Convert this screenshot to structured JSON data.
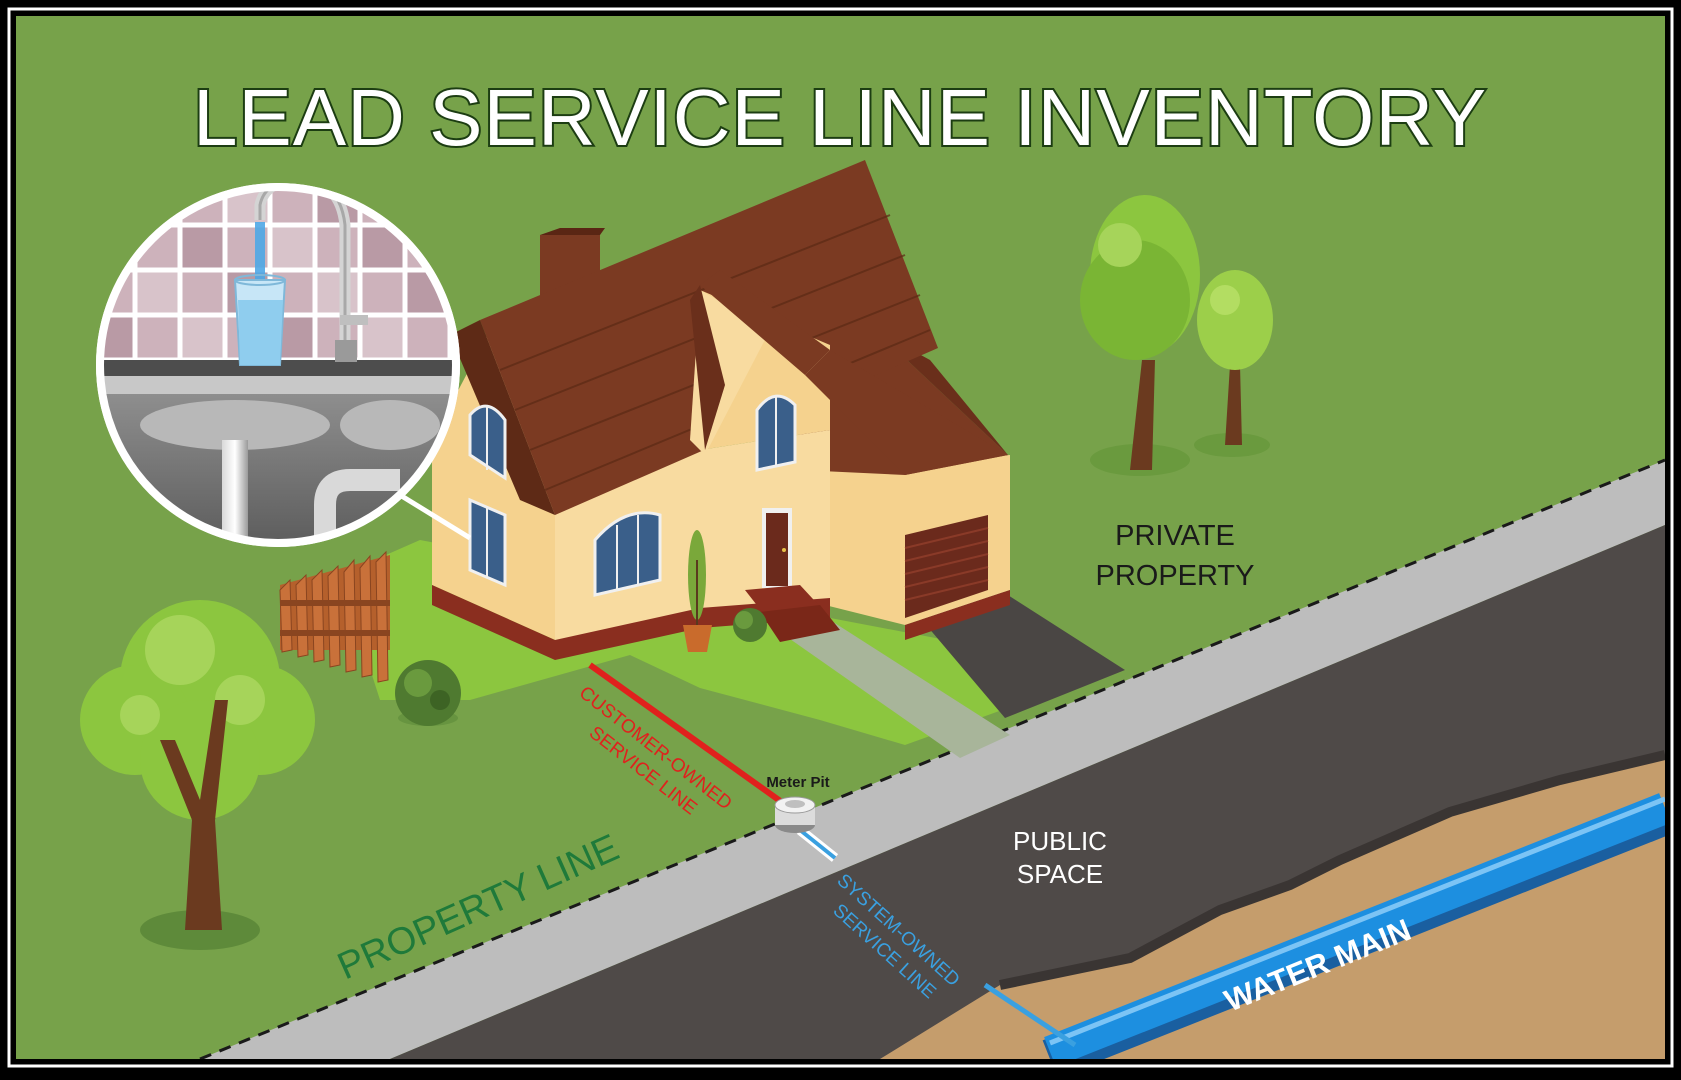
{
  "title": "LEAD SERVICE LINE INVENTORY",
  "labels": {
    "private_property_line1": "PRIVATE",
    "private_property_line2": "PROPERTY",
    "public_space_line1": "PUBLIC",
    "public_space_line2": "SPACE",
    "property_line": "PROPERTY LINE",
    "water_main": "WATER MAIN",
    "meter_pit": "Meter Pit",
    "customer_owned_line1": "CUSTOMER-OWNED",
    "customer_owned_line2": "SERVICE LINE",
    "system_owned_line1": "SYSTEM-OWNED",
    "system_owned_line2": "SERVICE LINE"
  },
  "colors": {
    "grass": "#77a24a",
    "lawn": "#8cc63f",
    "road": "#4f4a48",
    "sidewalk": "#bdbdbd",
    "soil": "#c59d6c",
    "water_main": "#1d8fe0",
    "customer_line": "#e0211d",
    "system_line": "#3aa0e0",
    "property_line_text": "#1f7a3a",
    "roof": "#7b3a22",
    "wall": "#f5d28e"
  },
  "icons": [
    "faucet-icon",
    "water-glass-icon",
    "tree-icon",
    "bush-icon",
    "fence-icon",
    "house-icon",
    "garage-door-icon",
    "meter-pit-icon"
  ]
}
